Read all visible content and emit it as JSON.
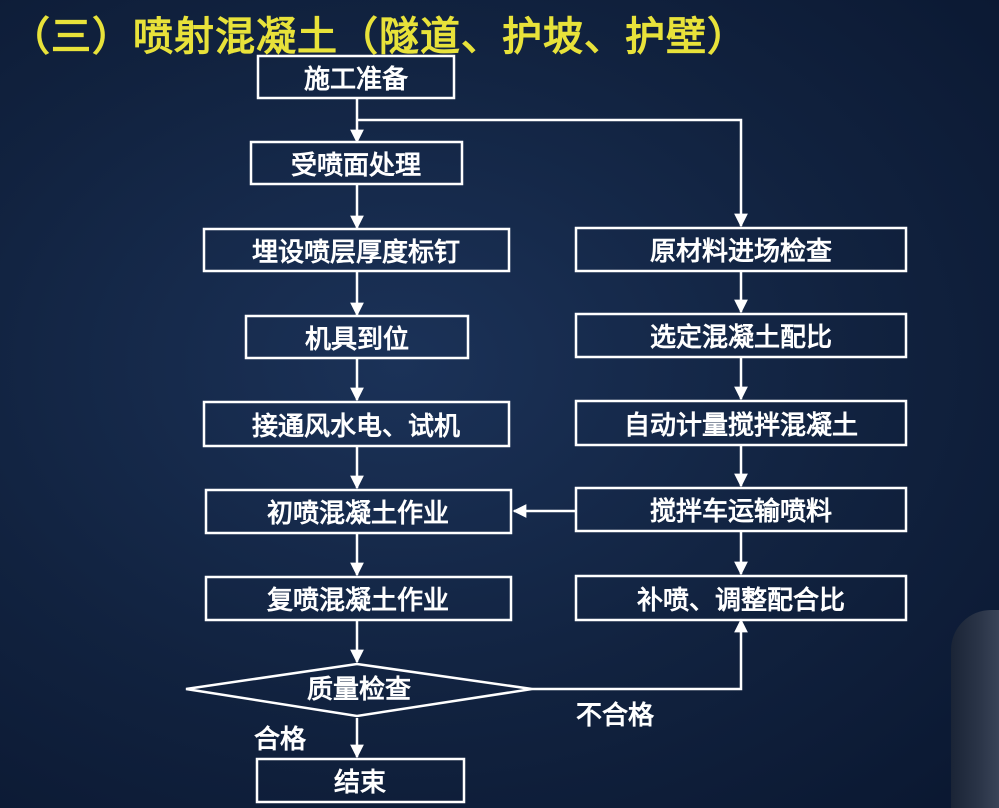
{
  "title": "（三）喷射混凝土（隧道、护坡、护壁）",
  "nodes": {
    "prep": "施工准备",
    "surface": "受喷面处理",
    "nails": "埋设喷层厚度标钉",
    "machine": "机具到位",
    "power": "接通风水电、试机",
    "first_spray": "初喷混凝土作业",
    "re_spray": "复喷混凝土作业",
    "inspect": "质量检查",
    "end": "结束",
    "material": "原材料进场检查",
    "mix_ratio": "选定混凝土配比",
    "auto_mix": "自动计量搅拌混凝土",
    "transport": "搅拌车运输喷料",
    "adjust": "补喷、调整配合比"
  },
  "edge_labels": {
    "pass": "合格",
    "fail": "不合格"
  },
  "colors": {
    "title": "#e8e23a",
    "line": "#ffffff",
    "background": "#0e1f3a"
  }
}
